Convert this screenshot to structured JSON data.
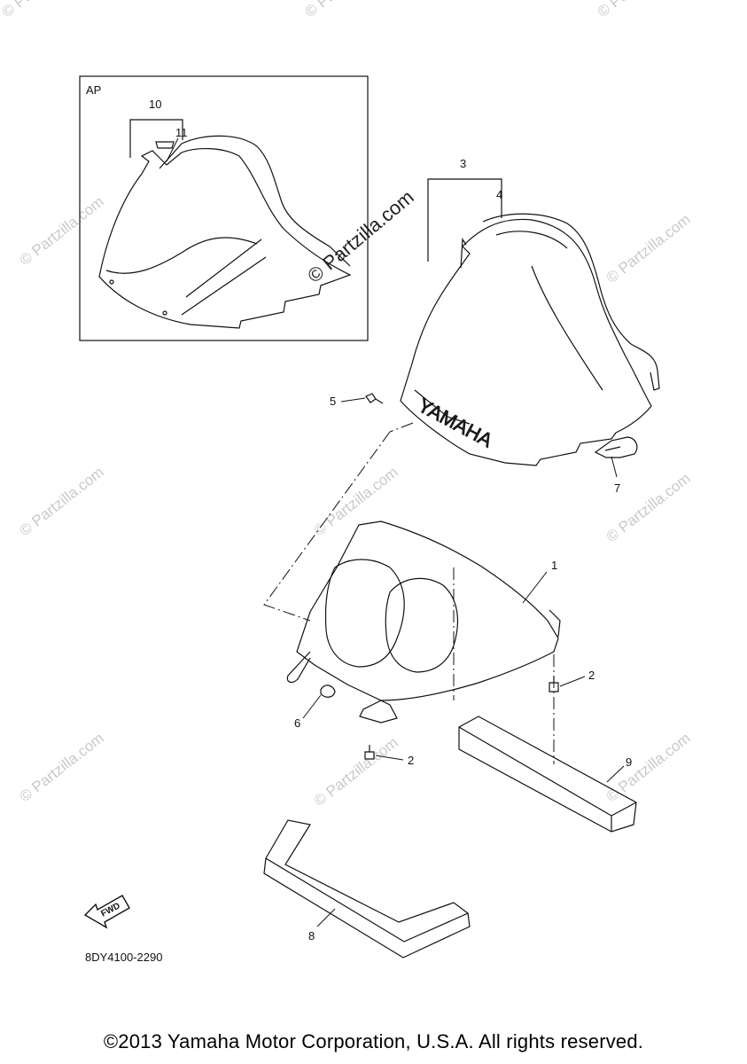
{
  "inset": {
    "label": "AP"
  },
  "callouts": {
    "c1": "1",
    "c2a": "2",
    "c2b": "2",
    "c3": "3",
    "c4": "4",
    "c5": "5",
    "c6": "6",
    "c7": "7",
    "c8": "8",
    "c9": "9",
    "c10": "10",
    "c11": "11"
  },
  "windshield_text": "YAMAHA",
  "fwd_label": "FWD",
  "watermark": "© Partzilla.com",
  "watermark_big": "© Partzilla.com",
  "part_code": "8DY4100-2290",
  "copyright": "©2013 Yamaha Motor Corporation, U.S.A. All rights reserved."
}
